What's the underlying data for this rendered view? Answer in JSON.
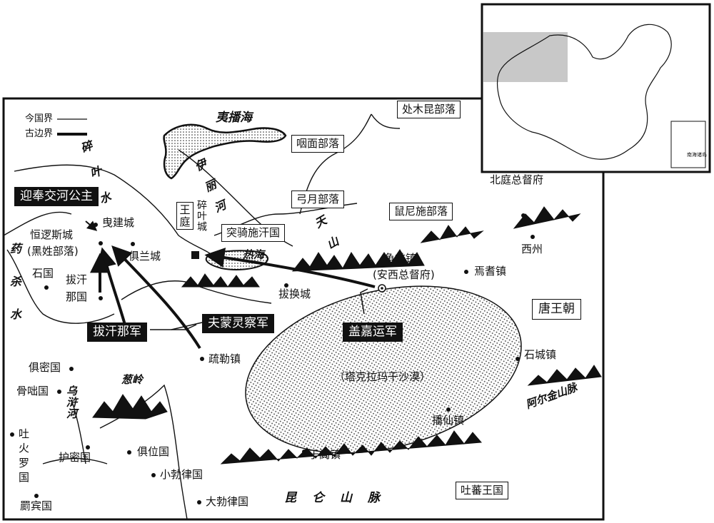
{
  "legend": {
    "modern_border": "今国界",
    "ancient_border": "古边界"
  },
  "map_title": "唐王朝",
  "army_labels": {
    "princess": "迎奉交河公主",
    "baghanna": "拔汗那军",
    "fumeng": "夫蒙灵察军",
    "gaijia": "盖嘉运军"
  },
  "boxes": {
    "chumukun": "处木昆部落",
    "yanmian": "咽面部落",
    "gongyue": "弓月部落",
    "shunishi": "鼠尼施部落",
    "tuqishi": "突骑施汗国",
    "tubo": "吐蕃王国",
    "capital": "王庭"
  },
  "water": {
    "yibohai": "夷播海",
    "rehai": "热海",
    "suiye_river": "碎叶水",
    "yili_river": "伊丽河",
    "yao_river": "药杀水",
    "wuhu_river": "乌浒河"
  },
  "mountains": {
    "tianshan": "天山",
    "congling": "葱岭",
    "kunlun": "昆仑山脉",
    "altun": "阿尔金山脉"
  },
  "desert": "塔克拉玛干沙漠",
  "places": {
    "suiye": "碎叶城",
    "gongzhi": "恒逻斯城",
    "gongzhi_note": "黑姓部落",
    "yijian": "曳建城",
    "julan": "俱兰城",
    "shiguo": "石国",
    "baghanna_a": "拔汗",
    "baghanna_b": "那国",
    "bahuan": "拔换城",
    "qiuci": "龟兹镇",
    "qiuci_note": "安西总督府",
    "yanqi": "焉耆镇",
    "beiting": "北庭总督府",
    "xizhou": "西州",
    "shule": "疏勒镇",
    "jumi": "俱密国",
    "guduo": "骨咄国",
    "tuhuo_a": "吐",
    "tuhuo_b": "火",
    "tuhuo_c": "罗",
    "tuhuo_d": "国",
    "humi": "护密国",
    "juwei": "俱位国",
    "xiaobolv": "小勃律国",
    "dabolv": "大勃律国",
    "jibin": "罽宾国",
    "yutian": "于阗镇",
    "boxian": "播仙镇",
    "shicheng": "石城镇"
  },
  "inset_note": "南海诸岛"
}
